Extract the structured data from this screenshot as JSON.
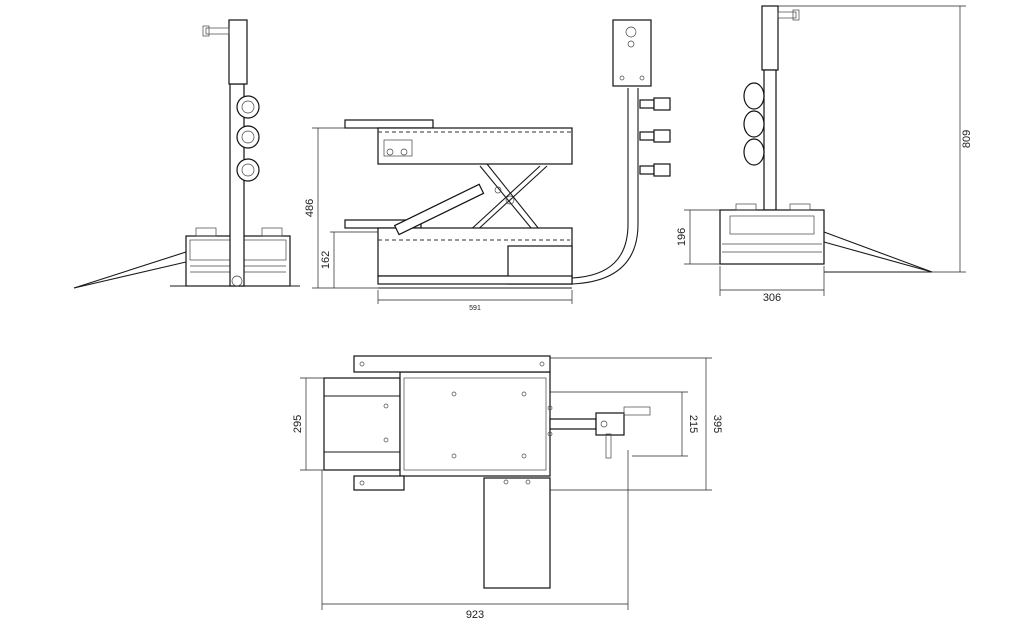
{
  "dimensions": {
    "height_total": "809",
    "lift_height": "486",
    "lowered_height": "162",
    "base_length": "591",
    "side_height": "196",
    "side_width": "306",
    "plan_width": "295",
    "handle_offset": "215",
    "overall_width": "395",
    "overall_length": "923"
  },
  "colors": {
    "line": "#111111",
    "background": "#ffffff"
  }
}
